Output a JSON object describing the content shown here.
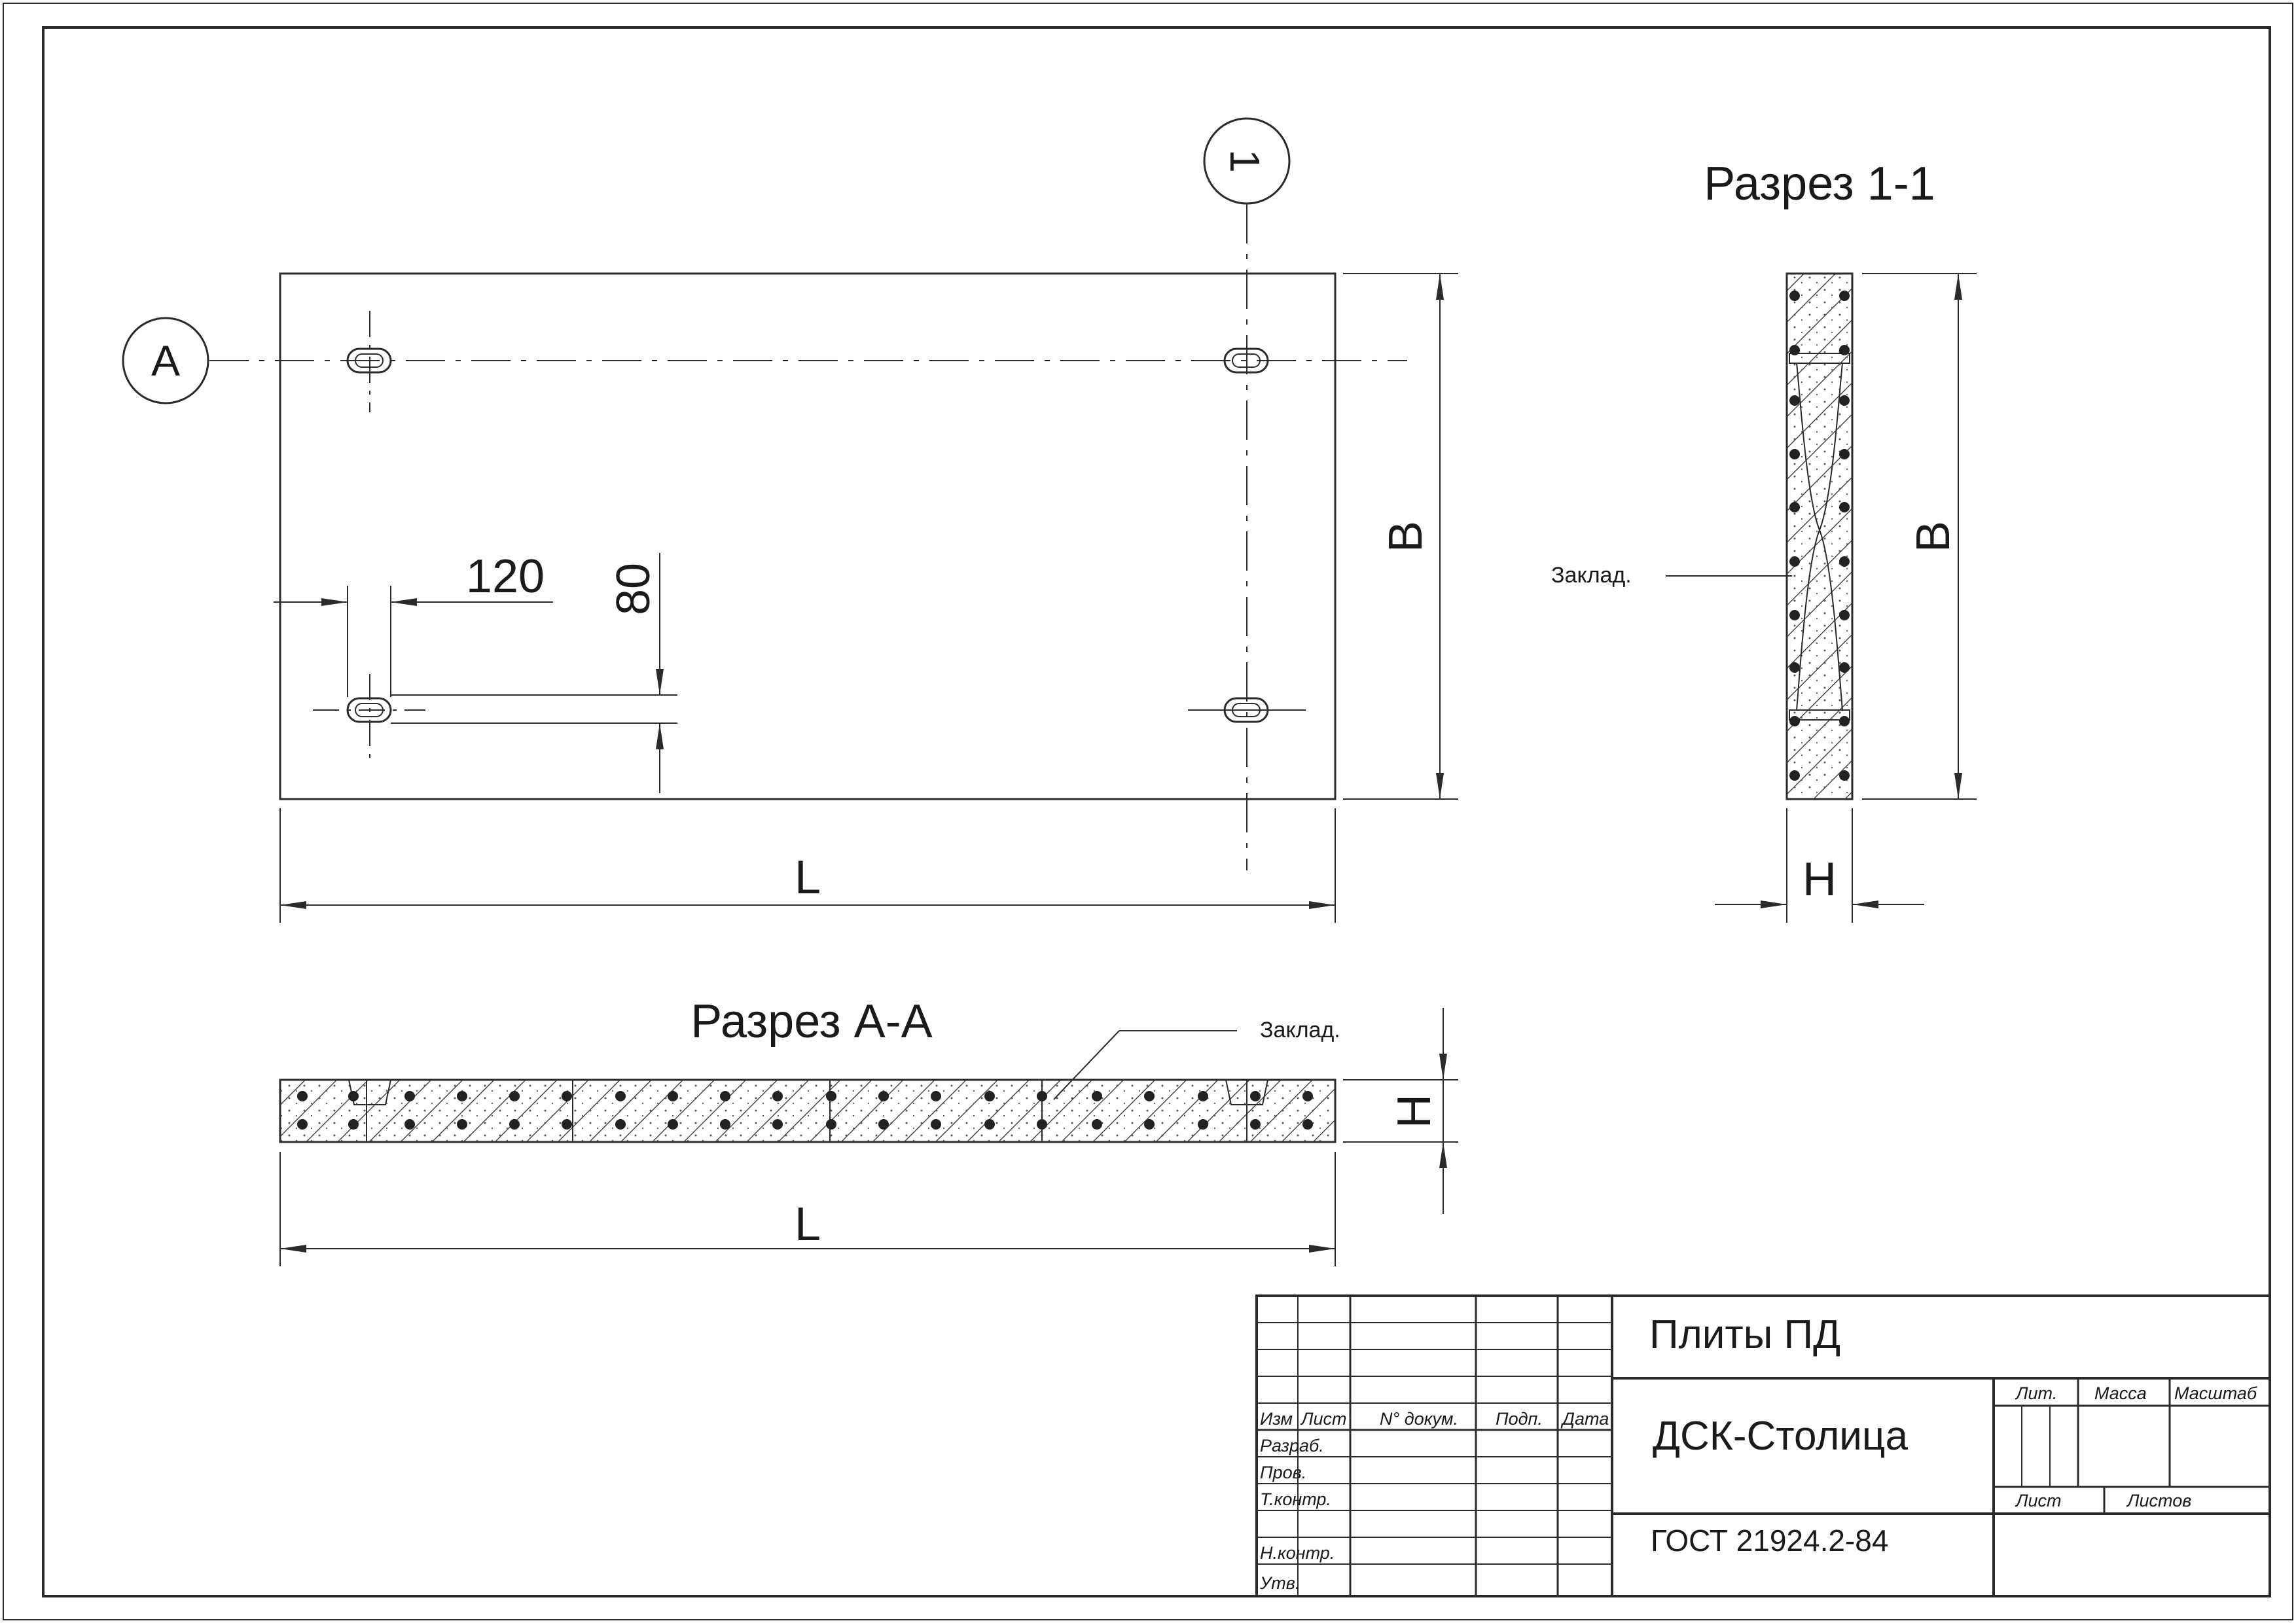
{
  "plan": {
    "axis_a_label": "A",
    "axis_1_label": "1",
    "dim_120": "120",
    "dim_80": "80",
    "dim_b": "B",
    "dim_l": "L"
  },
  "section_1_1": {
    "title": "Разрез 1-1",
    "insert_label": "Заклад.",
    "dim_b": "B",
    "dim_h": "H"
  },
  "section_a_a": {
    "title": "Разрез А-А",
    "insert_label": "Заклад.",
    "dim_h": "H",
    "dim_l": "L"
  },
  "title_block": {
    "product": "Плиты ПД",
    "company": "ДСК-Столица",
    "standard": "ГОСТ 21924.2-84",
    "col_izm": "Изм",
    "col_list": "Лист",
    "col_doc": "N° докум.",
    "col_sign": "Подп.",
    "col_date": "Дата",
    "row_razrab": "Разраб.",
    "row_prov": "Пров.",
    "row_tkontr": "Т.контр.",
    "row_nkontr": "Н.контр.",
    "row_utv": "Утв.",
    "lit": "Лит.",
    "massa": "Масса",
    "masshtab": "Масштаб",
    "list": "Лист",
    "listov": "Листов"
  }
}
